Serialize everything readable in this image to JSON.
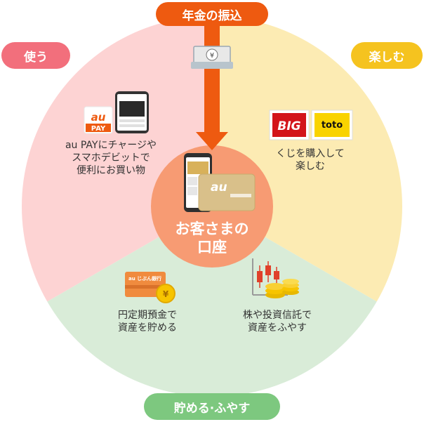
{
  "top_label": "年金の振込",
  "use_label": "使う",
  "enjoy_label": "楽しむ",
  "save_label": "貯める·ふやす",
  "center_label_line1": "お客さまの",
  "center_label_line2": "口座",
  "use_caption": [
    "au PAYにチャージや",
    "スマホデビットで",
    "便利にお買い物"
  ],
  "enjoy_caption": [
    "くじを購入して",
    "楽しむ"
  ],
  "deposit_caption": [
    "円定期預金で",
    "資産を貯める"
  ],
  "invest_caption": [
    "株や投資信託で",
    "資産をふやす"
  ],
  "aupay_logo_top": "au",
  "aupay_logo_bottom": "PAY",
  "big_logo": "BIG",
  "toto_logo": "toto",
  "bank_card_label": "au じぶん銀行",
  "yen_symbol": "¥",
  "colors": {
    "use_sector": "#fdd3d3",
    "enjoy_sector": "#fcebb3",
    "save_sector": "#d9ecd8",
    "center_circle": "#f79b73",
    "arrow": "#ee5a10",
    "use_pill": "#f26f7c",
    "enjoy_pill": "#f5c31f",
    "save_pill": "#7dc87f"
  }
}
